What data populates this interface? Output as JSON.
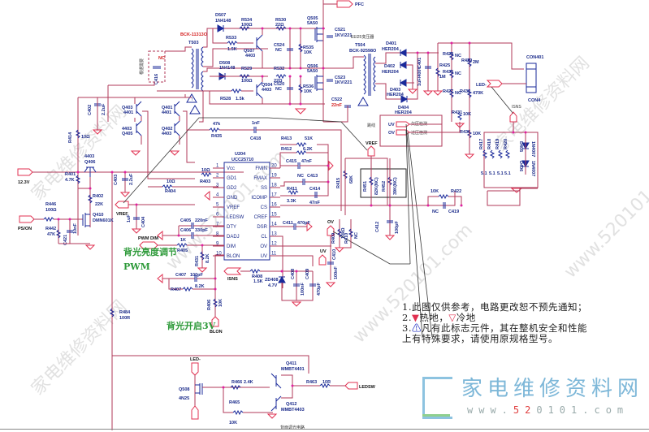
{
  "schematic": {
    "title_ic": {
      "ref": "U204",
      "part": "UCC25710"
    },
    "ic_pins_left": [
      {
        "num": "1",
        "name": "Vcc"
      },
      {
        "num": "2",
        "name": "GD1"
      },
      {
        "num": "3",
        "name": "GD2"
      },
      {
        "num": "4",
        "name": "GND"
      },
      {
        "num": "5",
        "name": "VREF"
      },
      {
        "num": "6",
        "name": "LEDSW"
      },
      {
        "num": "7",
        "name": "DTY"
      },
      {
        "num": "8",
        "name": "DADJ"
      },
      {
        "num": "9",
        "name": "DIM"
      },
      {
        "num": "10",
        "name": "BLON"
      }
    ],
    "ic_pins_right": [
      {
        "num": "20",
        "name": "FMIN"
      },
      {
        "num": "19",
        "name": "FMAX"
      },
      {
        "num": "18",
        "name": "SS"
      },
      {
        "num": "17",
        "name": "ICOMP"
      },
      {
        "num": "16",
        "name": "CS"
      },
      {
        "num": "15",
        "name": "CREF"
      },
      {
        "num": "14",
        "name": "DSR"
      },
      {
        "num": "13",
        "name": "CL"
      },
      {
        "num": "12",
        "name": "OV"
      },
      {
        "num": "11",
        "name": "UV"
      }
    ],
    "nets": {
      "pfc": "PFC",
      "v12": "12.3V",
      "pson": "PS/ON",
      "vref": "VREF",
      "pwm_dim": "PWM DIM",
      "ov": "OV",
      "uv": "UV",
      "isns": "ISNS",
      "blon": "BLON",
      "led_minus": "LED-",
      "ledsw": "LEDSW",
      "con401": "CON401",
      "con4": "CON4"
    },
    "transformers": [
      {
        "ref": "T503",
        "part": "BCK-11313O"
      },
      {
        "ref": "T504",
        "part": "BCK-92598O"
      }
    ],
    "components": {
      "D507": {
        "ref": "D507",
        "val": "1N4148"
      },
      "D508": {
        "ref": "D508",
        "val": "1N4148"
      },
      "R534": {
        "ref": "R534",
        "val": "100Ω"
      },
      "R530": {
        "ref": "R530",
        "val": "22Ω"
      },
      "R533": {
        "ref": "R533",
        "val": "1.5K"
      },
      "R529": {
        "ref": "R529",
        "val": "100Ω"
      },
      "R532": {
        "ref": "R532",
        "val": "22Ω"
      },
      "R528": {
        "ref": "R528",
        "val": "1.5k"
      },
      "Q507": {
        "ref": "Q507",
        "val": "4403"
      },
      "Q504": {
        "ref": "Q504",
        "val": "4403"
      },
      "C524": {
        "ref": "C524",
        "val": "NC"
      },
      "C520": {
        "ref": "C520",
        "val": "NC"
      },
      "R535": {
        "ref": "R535",
        "val": "10K"
      },
      "R536": {
        "ref": "R536",
        "val": "10K"
      },
      "Q505": {
        "ref": "Q505",
        "val": "5A50"
      },
      "Q506": {
        "ref": "Q506",
        "val": "5A50"
      },
      "C521": {
        "ref": "C521",
        "val": "1KV/221"
      },
      "C523": {
        "ref": "C523",
        "val": "1KV/221"
      },
      "C522": {
        "ref": "C522",
        "val": "22nF"
      },
      "D401": {
        "ref": "D401",
        "val": "HER204"
      },
      "D402": {
        "ref": "D402",
        "val": "HER204"
      },
      "D403": {
        "ref": "D403",
        "val": "HER204"
      },
      "D404": {
        "ref": "D404",
        "val": "HER204"
      },
      "C401": {
        "ref": "C401",
        "val": "1uF/400V"
      },
      "R425": {
        "ref": "R425",
        "val": "1M"
      },
      "R428": {
        "ref": "R428",
        "val": "NC"
      },
      "R430": {
        "ref": "R430",
        "val": "NC"
      },
      "R427": {
        "ref": "R427",
        "val": "NC"
      },
      "R429": {
        "ref": "R429",
        "val": "2M"
      },
      "R432": {
        "ref": "R432",
        "val": "470K"
      },
      "R431": {
        "ref": "R431",
        "val": "10K"
      },
      "R433": {
        "ref": "R433",
        "val": "10K"
      },
      "R417": {
        "ref": "R417",
        "val": "5.1"
      },
      "R418": {
        "ref": "R418",
        "val": "5.1"
      },
      "R419": {
        "ref": "R419",
        "val": "5.1"
      },
      "R420": {
        "ref": "R420",
        "val": "5.1"
      },
      "D405": {
        "ref": "D405",
        "val": "1N4007"
      },
      "D406": {
        "ref": "D406",
        "val": "1N4007"
      },
      "C416": {
        "ref": "C416",
        "val": "NC"
      },
      "Q403": {
        "ref": "Q403",
        "val": "4401"
      },
      "Q405": {
        "ref": "Q405",
        "val": "4403"
      },
      "Q401": {
        "ref": "Q401",
        "val": "4401"
      },
      "Q402": {
        "ref": "Q402",
        "val": "4403"
      },
      "C402": {
        "ref": "C402",
        "val": "2.2uF"
      },
      "R414": {
        "ref": "R414",
        "val": "10Ω"
      },
      "Q406": {
        "ref": "Q406",
        "val": "4403"
      },
      "R401": {
        "ref": "R401",
        "val": "4.7K"
      },
      "C403": {
        "ref": "C403",
        "val": "2.2uF"
      },
      "R402": {
        "ref": "R402",
        "val": "22K"
      },
      "R446": {
        "ref": "R446",
        "val": "100Ω"
      },
      "R442": {
        "ref": "R442",
        "val": "47K"
      },
      "C421": {
        "ref": "C421",
        "val": "10nF"
      },
      "Q410": {
        "ref": "Q410",
        "val": "DMN601K"
      },
      "C404": {
        "ref": "C404",
        "val": "1uF"
      },
      "R435": {
        "ref": "R435",
        "val": "47k"
      },
      "C418": {
        "ref": "C418",
        "val": "1nF"
      },
      "R403": {
        "ref": "R403",
        "val": "10Ω"
      },
      "R404": {
        "ref": "R404",
        "val": "10Ω"
      },
      "R413": {
        "ref": "R413",
        "val": "51K"
      },
      "R412": {
        "ref": "R412",
        "val": "6.2K"
      },
      "C415": {
        "ref": "C415",
        "val": "47nF"
      },
      "C413": {
        "ref": "C413",
        "val": "NC"
      },
      "R411": {
        "ref": "R411",
        "val": "3.3K"
      },
      "C414": {
        "ref": "C414",
        "val": "47nF"
      },
      "R415": {
        "ref": "R415",
        "val": "68K"
      },
      "R451": {
        "ref": "R451",
        "val": "82K(NC)"
      },
      "R452": {
        "ref": "R452",
        "val": "39K(NC)"
      },
      "C412": {
        "ref": "C412",
        "val": "100pF"
      },
      "R422": {
        "ref": "R422",
        "val": "10K"
      },
      "C419": {
        "ref": "C419",
        "val": "NC"
      },
      "C405": {
        "ref": "C405",
        "val": "220nF"
      },
      "C406": {
        "ref": "C406",
        "val": "330pF"
      },
      "C411": {
        "ref": "C411",
        "val": "470pF"
      },
      "R405": {
        "ref": "R405",
        "val": "1K"
      },
      "R431b": {
        "ref": "R431",
        "val": "8.2K"
      },
      "R409": {
        "ref": "R409",
        "val": "10kΩ"
      },
      "R410": {
        "ref": "R410",
        "val": "NC"
      },
      "C410": {
        "ref": "C410",
        "val": "100nF"
      },
      "C407": {
        "ref": "C407",
        "val": "100pF"
      },
      "R407": {
        "ref": "R407",
        "val": "8.2K"
      },
      "R408": {
        "ref": "R408",
        "val": "1.5K"
      },
      "ZD408": {
        "ref": "ZD408",
        "val": "4.7V"
      },
      "C408": {
        "ref": "C408",
        "val": "100nF"
      },
      "C409": {
        "ref": "C409",
        "val": "470pF"
      },
      "R406": {
        "ref": "R406",
        "val": "10K"
      },
      "R484": {
        "ref": "R484",
        "val": "100R"
      },
      "Q411": {
        "ref": "Q411",
        "val": "MMBT4401"
      },
      "Q412": {
        "ref": "Q412",
        "val": "MMBT4403"
      },
      "Q508": {
        "ref": "Q508",
        "val": "4N25"
      },
      "R466": {
        "ref": "R466",
        "val": "2.4K"
      },
      "R465": {
        "ref": "R465",
        "val": "10K"
      },
      "R463": {
        "ref": "R463",
        "val": "10R"
      }
    },
    "small_notes": {
      "uv_detect": "欠压检测",
      "ov_detect": "过压检测",
      "note_c416": "根据需要",
      "note_t504": "EEl25变压器",
      "note_ov": "跳线",
      "bottom_caption": "背面调光电路"
    },
    "green_labels": {
      "backlight_brightness": "背光亮度调节",
      "pwm": "PWM",
      "backlight_on": "背光开启3V"
    }
  },
  "notes": {
    "line1": "1.此图仅供参考，电路更改恕不预先通知；",
    "line2_prefix": "2.",
    "line2_hot": "热地，",
    "line2_cold": "冷地",
    "line3_prefix": "3.",
    "line3_text": "凡有此标志元件，其在整机安全和性能",
    "line4": "上有特殊要求，请使用原规格型号。"
  },
  "watermark": {
    "site_name": "家电维修资料网",
    "url_prefix": "www.",
    "url_red": "52",
    "url_rest": "0101.com",
    "diag_url": "www.520101.com"
  },
  "colors": {
    "wire": "#b03a5a",
    "component": "#1a2a9a",
    "hot_ground": "#e03050",
    "green_label": "#2e9a3a",
    "logo_blue": "#7db7d8",
    "logo_red": "#e04040"
  }
}
